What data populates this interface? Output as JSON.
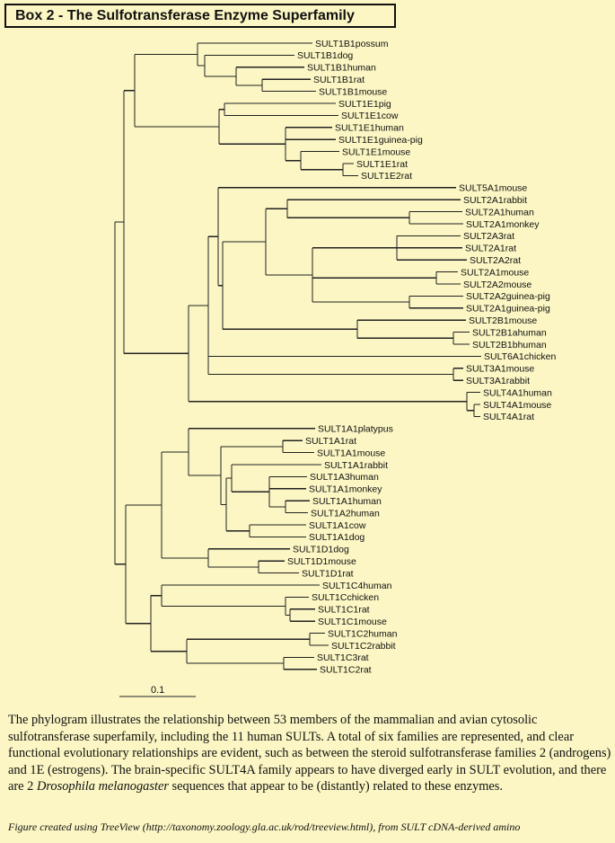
{
  "title": "Box 2 - The Sulfotransferase Enzyme Superfamily",
  "leaves": [
    "SULT1B1possum",
    "SULT1B1dog",
    "SULT1B1human",
    "SULT1B1rat",
    "SULT1B1mouse",
    "SULT1E1pig",
    "SULT1E1cow",
    "SULT1E1human",
    "SULT1E1guinea-pig",
    "SULT1E1mouse",
    "SULT1E1rat",
    "SULT1E2rat",
    "SULT5A1mouse",
    "SULT2A1rabbit",
    "SULT2A1human",
    "SULT2A1monkey",
    "SULT2A3rat",
    "SULT2A1rat",
    "SULT2A2rat",
    "SULT2A1mouse",
    "SULT2A2mouse",
    "SULT2A2guinea-pig",
    "SULT2A1guinea-pig",
    "SULT2B1mouse",
    "SULT2B1ahuman",
    "SULT2B1bhuman",
    "SULT6A1chicken",
    "SULT3A1mouse",
    "SULT3A1rabbit",
    "SULT4A1human",
    "SULT4A1mouse",
    "SULT4A1rat",
    "SULT1A1platypus",
    "SULT1A1rat",
    "SULT1A1mouse",
    "SULT1A1rabbit",
    "SULT1A3human",
    "SULT1A1monkey",
    "SULT1A1human",
    "SULT1A2human",
    "SULT1A1cow",
    "SULT1A1dog",
    "SULT1D1dog",
    "SULT1D1mouse",
    "SULT1D1rat",
    "SULT1C4human",
    "SULT1Cchicken",
    "SULT1C1rat",
    "SULT1C1mouse",
    "SULT1C2human",
    "SULT1C2rabbit",
    "SULT1C3rat",
    "SULT1C2rat"
  ],
  "scale_bar_label": "0.1",
  "caption": {
    "part1": "The phylogram illustrates the relationship between 53 members of the mammalian and avian cytosolic sulfotransferase superfamily, including the 11 human SULTs.  A total of six families are represented, and clear functional evolutionary relationships are evident, such as between the steroid sulfotransferase families 2 (androgens) and 1E (estrogens).   The brain-specific SULT4A family appears to have diverged early in SULT evolution, and there are 2 ",
    "italic": "Drosophila melanogaster",
    "part2": " sequences that appear to be (distantly) related to these enzymes."
  },
  "footnote": "Figure created using TreeView (http://taxonomy.zoology.gla.ac.uk/rod/treeview.html), from SULT cDNA-derived amino"
}
